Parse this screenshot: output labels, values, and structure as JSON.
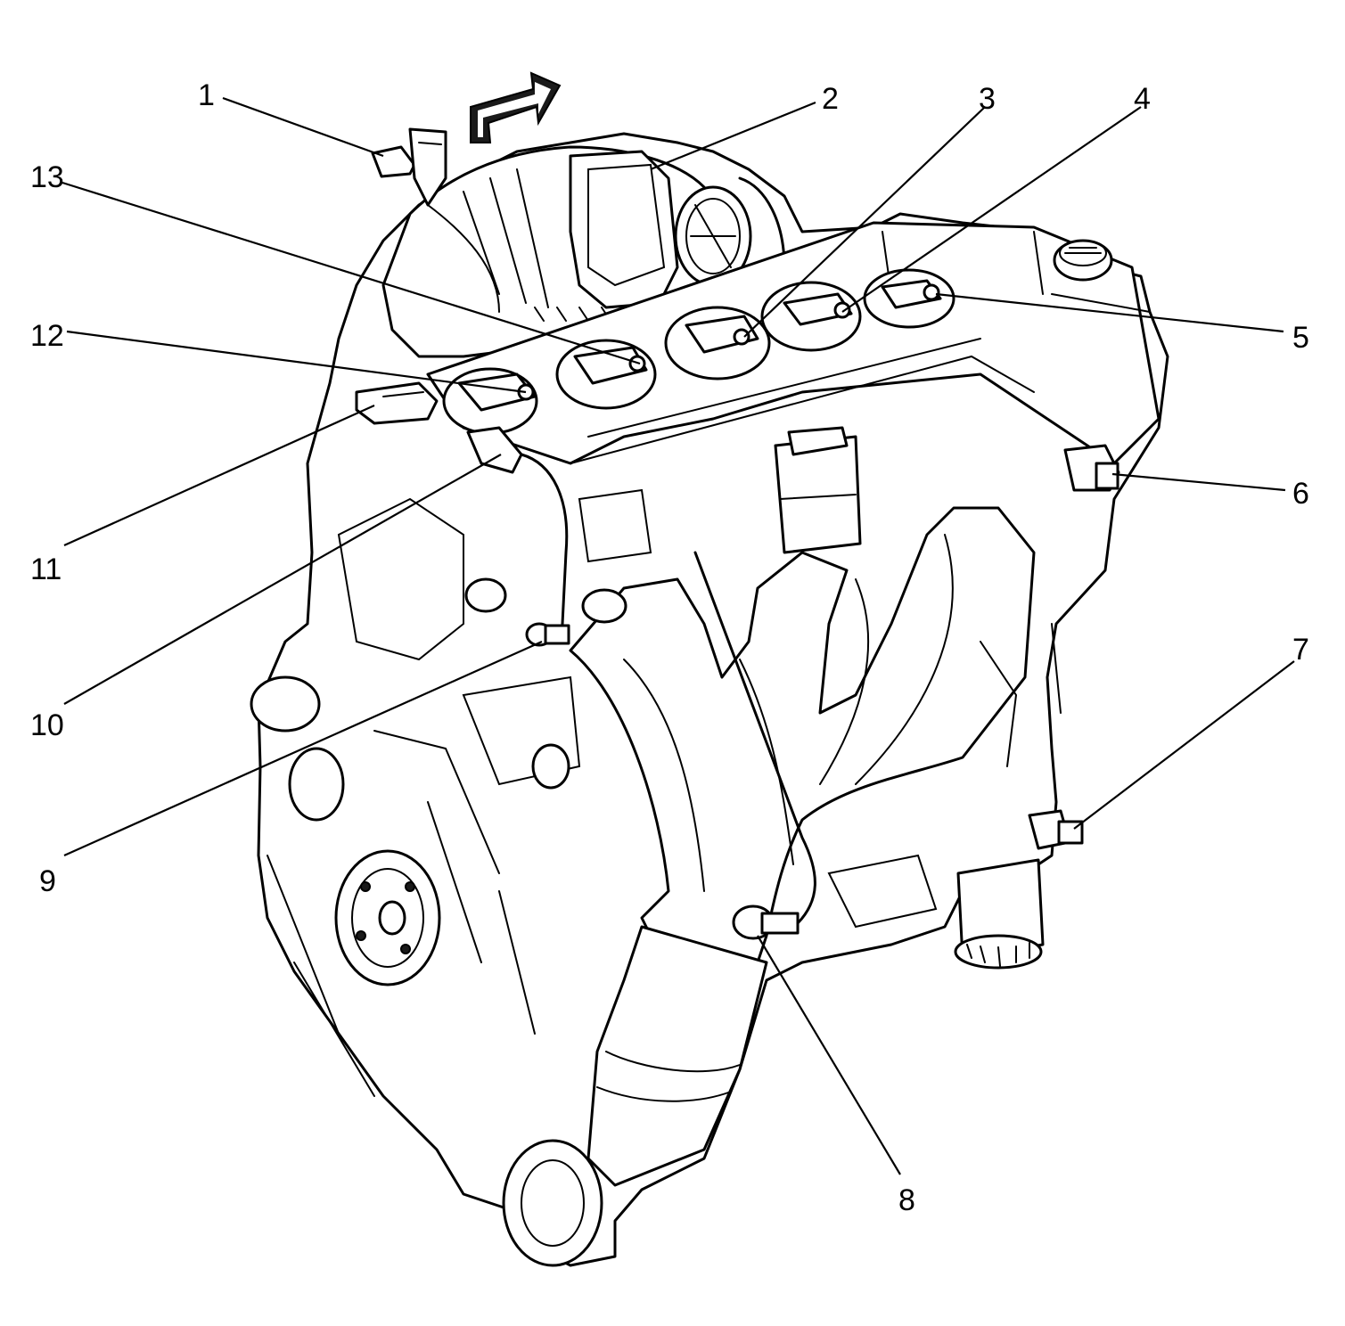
{
  "colors": {
    "line": "#000000",
    "background": "#ffffff"
  },
  "direction_arrow": {
    "icon": "front-direction-arrow-icon"
  },
  "callouts": [
    {
      "id": "1",
      "label": "1"
    },
    {
      "id": "2",
      "label": "2"
    },
    {
      "id": "3",
      "label": "3"
    },
    {
      "id": "4",
      "label": "4"
    },
    {
      "id": "5",
      "label": "5"
    },
    {
      "id": "6",
      "label": "6"
    },
    {
      "id": "7",
      "label": "7"
    },
    {
      "id": "8",
      "label": "8"
    },
    {
      "id": "9",
      "label": "9"
    },
    {
      "id": "10",
      "label": "10"
    },
    {
      "id": "11",
      "label": "11"
    },
    {
      "id": "12",
      "label": "12"
    },
    {
      "id": "13",
      "label": "13"
    }
  ]
}
